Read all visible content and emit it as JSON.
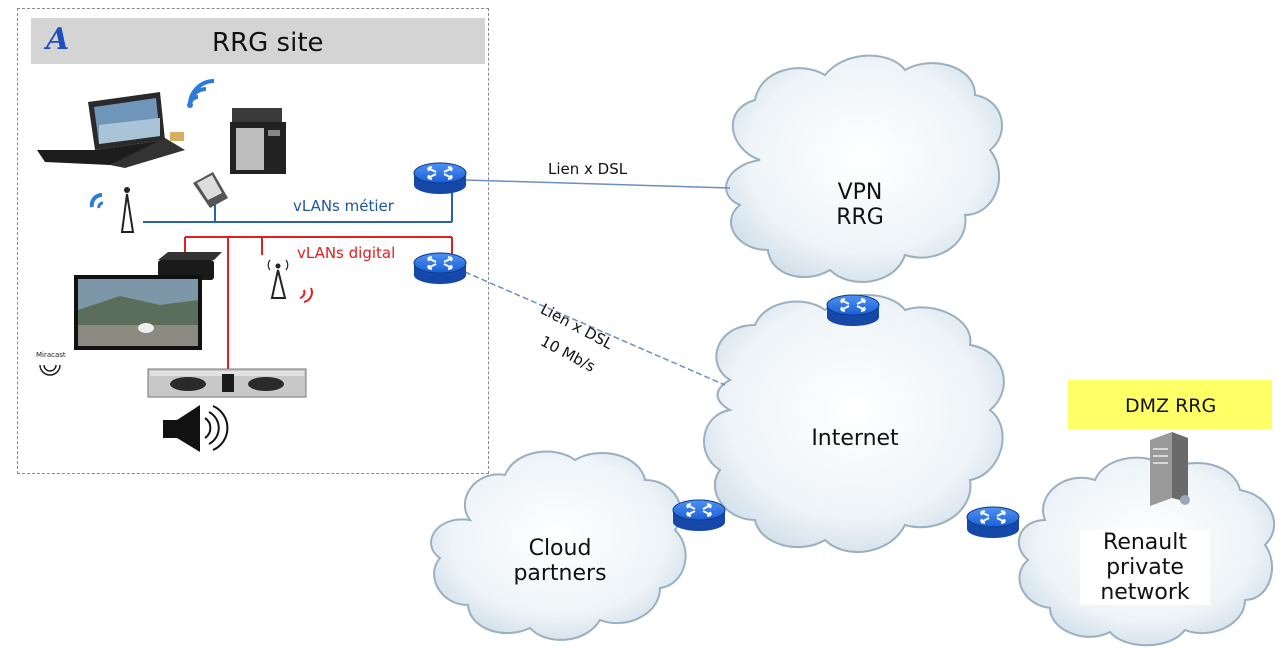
{
  "site": {
    "title": "RRG site",
    "logo_text": "A",
    "vlan_metier": "vLANs métier",
    "vlan_digital": "vLANs digital",
    "miracast_label": "Miracast"
  },
  "clouds": {
    "vpn_line1": "VPN",
    "vpn_line2": "RRG",
    "internet": "Internet",
    "cloud_line1": "Cloud",
    "cloud_line2": "partners",
    "renault_line1": "Renault",
    "renault_line2": "private",
    "renault_line3": "network"
  },
  "dmz": {
    "label": "DMZ RRG",
    "color": "#ffff66"
  },
  "links": {
    "dsl_top": "Lien x DSL",
    "dsl_bottom": "Lien x DSL",
    "speed": "10 Mb/s"
  },
  "colors": {
    "metier_line": "#2a62b0",
    "digital_line": "#e02020",
    "router": "#1d63d8"
  }
}
